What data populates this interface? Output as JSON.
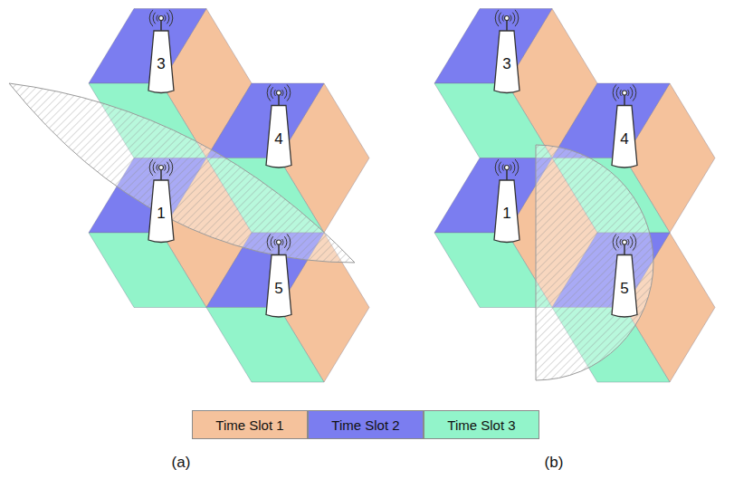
{
  "diagram": {
    "labels": [
      "3",
      "4",
      "1",
      "5",
      "3",
      "4",
      "1",
      "5",
      "(a)",
      "(b)"
    ],
    "legend": [
      {
        "text": "Time Slot 1",
        "color": "#F5C29C"
      },
      {
        "text": "Time Slot 2",
        "color": "#7B7DF0"
      },
      {
        "text": "Time Slot 3",
        "color": "#92F4CA"
      }
    ]
  }
}
